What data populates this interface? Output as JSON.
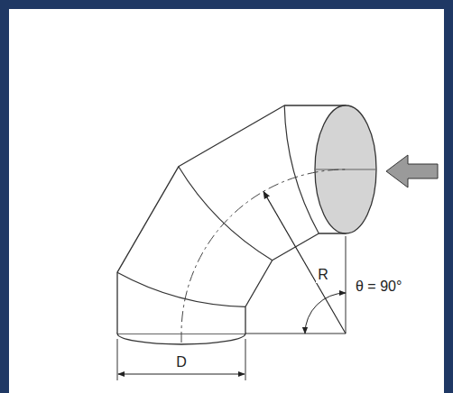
{
  "diagram": {
    "labels": [
      "D",
      "R",
      "θ = 90°"
    ]
  }
}
